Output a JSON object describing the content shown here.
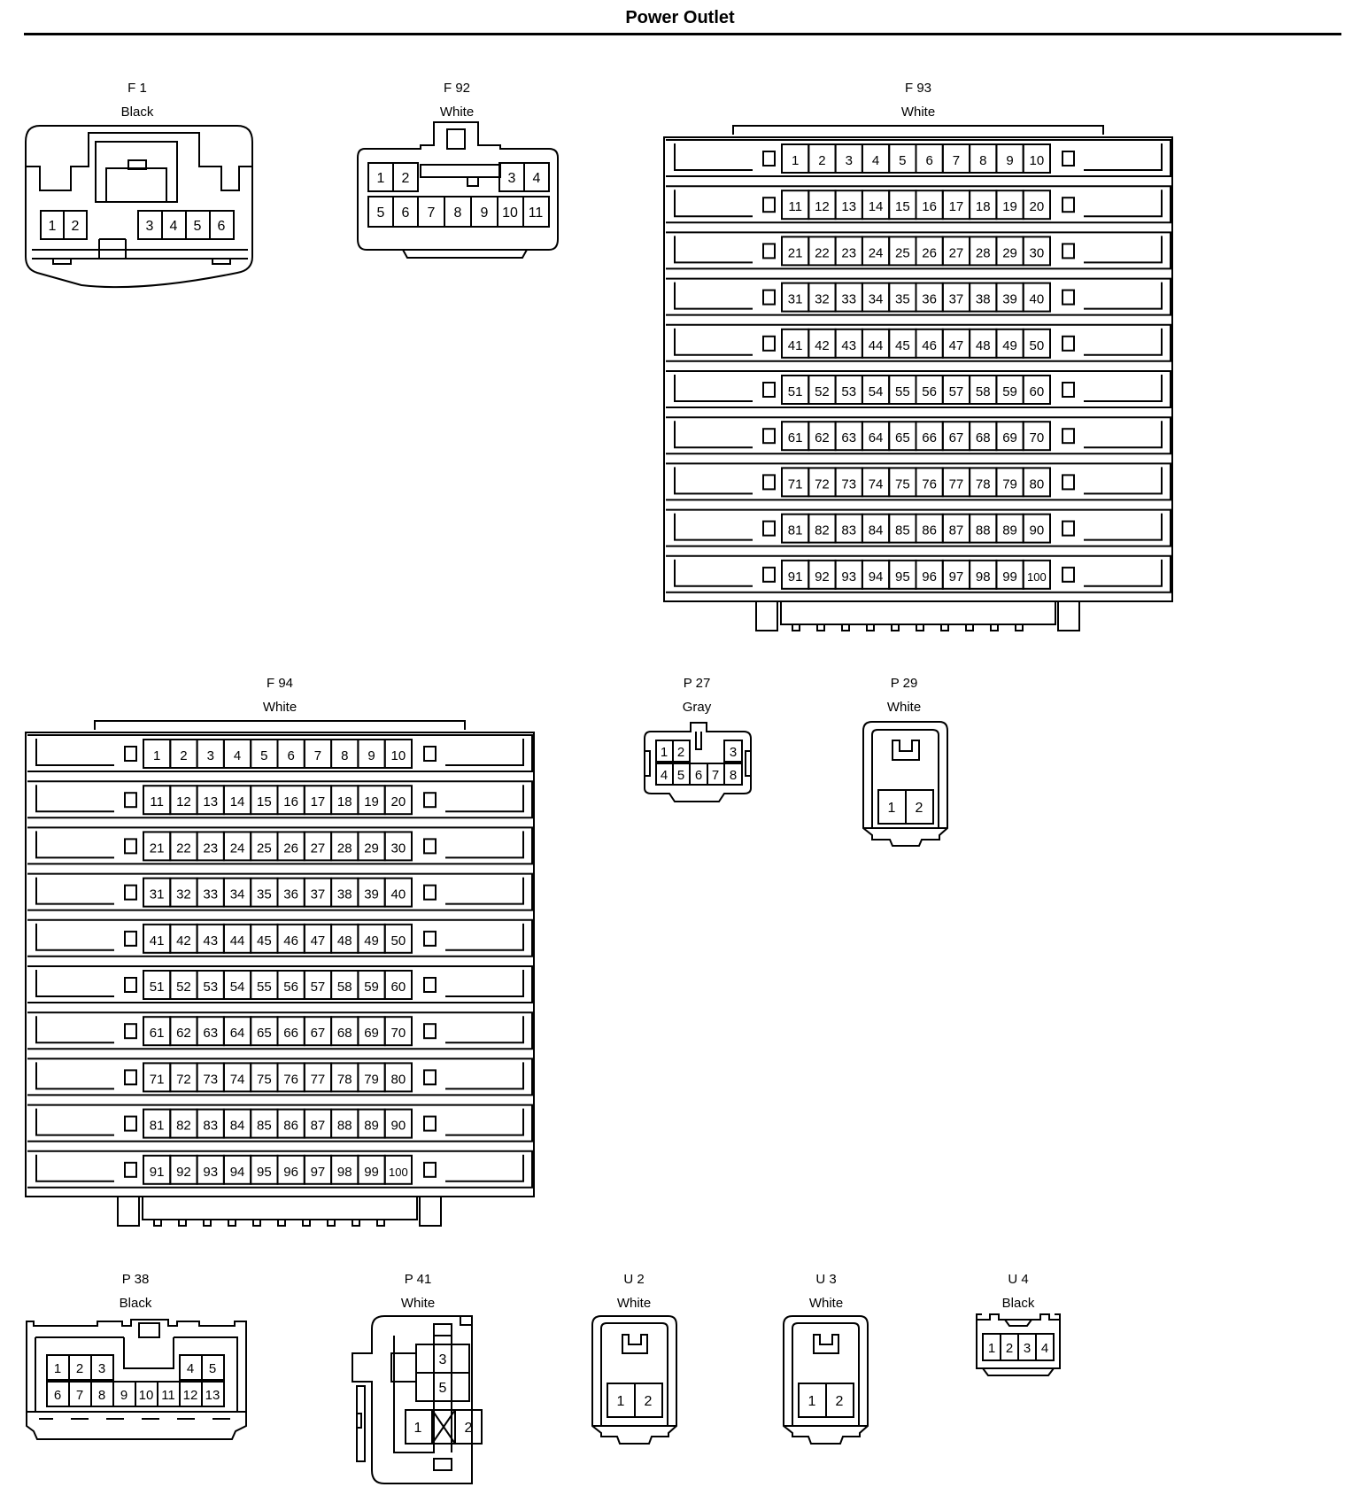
{
  "title": "Power Outlet",
  "connectors": {
    "f1": {
      "id": "F 1",
      "color": "Black",
      "pins": [
        "1",
        "2",
        "3",
        "4",
        "5",
        "6"
      ]
    },
    "f92": {
      "id": "F 92",
      "color": "White",
      "pins": [
        "1",
        "2",
        "3",
        "4",
        "5",
        "6",
        "7",
        "8",
        "9",
        "10",
        "11"
      ]
    },
    "f93": {
      "id": "F 93",
      "color": "White",
      "pin_count": 100,
      "rows": 10,
      "cols": 10
    },
    "f94": {
      "id": "F 94",
      "color": "White",
      "pin_count": 100,
      "rows": 10,
      "cols": 10
    },
    "p27": {
      "id": "P 27",
      "color": "Gray",
      "pins": [
        "1",
        "2",
        "3",
        "4",
        "5",
        "6",
        "7",
        "8"
      ]
    },
    "p29": {
      "id": "P 29",
      "color": "White",
      "pins": [
        "1",
        "2"
      ]
    },
    "p38": {
      "id": "P 38",
      "color": "Black",
      "pins": [
        "1",
        "2",
        "3",
        "4",
        "5",
        "6",
        "7",
        "8",
        "9",
        "10",
        "11",
        "12",
        "13"
      ]
    },
    "p41": {
      "id": "P 41",
      "color": "White",
      "pins": [
        "3",
        "5",
        "1",
        "2"
      ]
    },
    "u2": {
      "id": "U 2",
      "color": "White",
      "pins": [
        "1",
        "2"
      ]
    },
    "u3": {
      "id": "U 3",
      "color": "White",
      "pins": [
        "1",
        "2"
      ]
    },
    "u4": {
      "id": "U 4",
      "color": "Black",
      "pins": [
        "1",
        "2",
        "3",
        "4"
      ]
    }
  }
}
